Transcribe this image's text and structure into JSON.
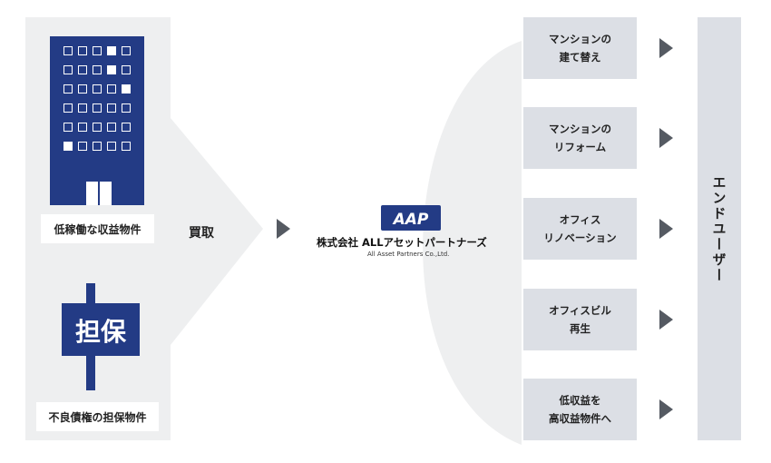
{
  "colors": {
    "panel_bg": "#eeeff0",
    "building_blue": "#233b85",
    "service_box_bg": "#dcdfe5",
    "arrow": "#555a62"
  },
  "sources": [
    {
      "label": "低稼働な収益物件",
      "icon": "building-icon"
    },
    {
      "label": "不良債権の担保物件",
      "icon": "collateral-sign-icon",
      "sign_text": "担保"
    }
  ],
  "buy_label": "買取",
  "company": {
    "logo_text": "AAP",
    "name_jp": "株式会社 ALLアセットパートナーズ",
    "name_en": "All Asset Partners Co.,Ltd."
  },
  "services": [
    {
      "line1": "マンションの",
      "line2": "建て替え"
    },
    {
      "line1": "マンションの",
      "line2": "リフォーム"
    },
    {
      "line1": "オフィス",
      "line2": "リノベーション"
    },
    {
      "line1": "オフィスビル",
      "line2": "再生"
    },
    {
      "line1": "低収益を",
      "line2": "高収益物件へ"
    }
  ],
  "end_user": "エンドユーザー",
  "building_windows": [
    [
      0,
      0,
      0,
      1,
      0
    ],
    [
      0,
      0,
      0,
      1,
      0
    ],
    [
      0,
      0,
      0,
      0,
      1
    ],
    [
      0,
      0,
      0,
      0,
      0
    ],
    [
      0,
      0,
      0,
      0,
      0
    ],
    [
      1,
      0,
      0,
      0,
      0
    ]
  ]
}
